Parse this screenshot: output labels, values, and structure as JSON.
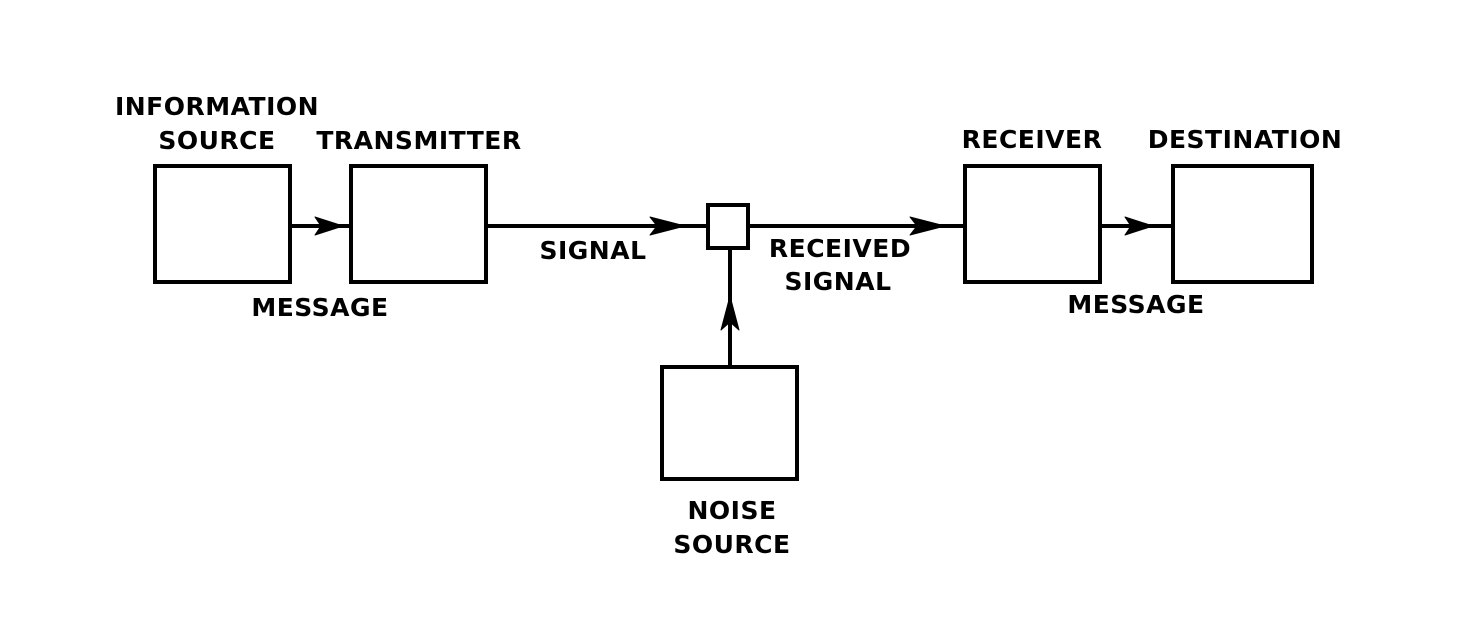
{
  "colors": {
    "stroke": "#000000",
    "background": "#ffffff"
  },
  "nodes": {
    "information_source": [
      "INFORMATION",
      "SOURCE"
    ],
    "transmitter": "TRANSMITTER",
    "receiver": "RECEIVER",
    "destination": "DESTINATION",
    "noise_source": [
      "NOISE",
      "SOURCE"
    ]
  },
  "edges": {
    "message_out": "MESSAGE",
    "signal": "SIGNAL",
    "received_signal": [
      "RECEIVED",
      "SIGNAL"
    ],
    "message_in": "MESSAGE"
  }
}
